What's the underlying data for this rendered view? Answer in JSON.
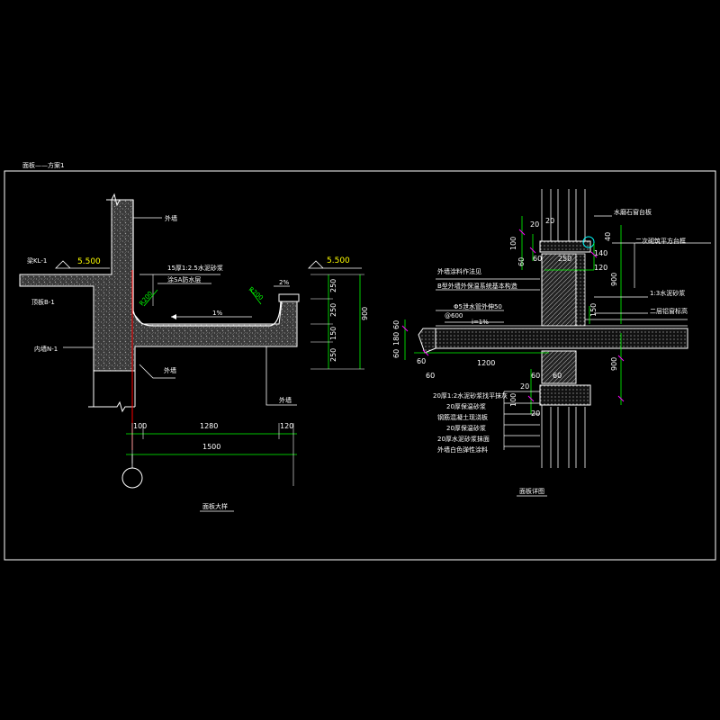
{
  "drawing": {
    "sheet_title": "面板——方案1",
    "colors": {
      "background": "#000000",
      "line": "#ffffff",
      "dimension": "#00ff00",
      "elevation": "#ffff00",
      "axis": "#ff0000",
      "hatch": "#808080",
      "accent": "#00ffff",
      "tick": "#ff00ff"
    }
  },
  "left_detail": {
    "caption": "面板大样",
    "labels": {
      "outer_wall_top": "外墙",
      "beam_l1": "梁KL-1",
      "roof_slab": "顶板B-1",
      "inner_wall": "内墙N-1",
      "outer_wall_bottom": "外墙",
      "outer_wall_right": "外墙",
      "mortar": "15厚1:2.5水泥砂浆",
      "waterproof": "涂SA防水层",
      "r200_left": "R200",
      "r200_right": "R200",
      "slope": "1%",
      "drip": "2%"
    },
    "elevations": {
      "left": "5.500",
      "right": "5.500"
    },
    "vertical_dims": [
      "250",
      "250",
      "150",
      "250"
    ],
    "vertical_total": "900",
    "horizontal_dims": [
      "100",
      "1280",
      "120"
    ],
    "horizontal_total": "1500"
  },
  "right_detail": {
    "caption": "面板详图",
    "labels": {
      "stone_sill": "水磨石窗台板",
      "window_frame": "二次砌筑平方台框",
      "screed": "1:3水泥砂浆",
      "drip_nose": "二层铝窗标高",
      "finish_note": "外墙涂料作法见",
      "insulation_note": "B型外墙外保温系统基本构造",
      "pipe": "Φ5泄水管外伸50",
      "pipe_spacing": "@600",
      "slope": "i=1%",
      "layer1": "20厚1:2水泥砂浆找平抹灰",
      "layer2": "20厚保温砂浆",
      "layer3": "钢筋混凝土现浇板",
      "layer4": "20厚保温砂浆",
      "layer5": "20厚水泥砂浆抹面",
      "layer6": "外墙白色弹性涂料"
    },
    "dims": {
      "d20a": "20",
      "d20b": "20",
      "d100a": "100",
      "d60a": "60",
      "d60b": "60",
      "d250": "250",
      "d40": "40",
      "d140": "140",
      "d120": "120",
      "d900a": "900",
      "d900b": "900",
      "d150": "150",
      "d1200": "1200",
      "d60c": "60",
      "d60d": "60",
      "d60e": "60",
      "d60f": "60",
      "d180": "180",
      "d60g": "60",
      "d20c": "20",
      "d100b": "100",
      "d20d": "20",
      "d60h": "60"
    }
  }
}
